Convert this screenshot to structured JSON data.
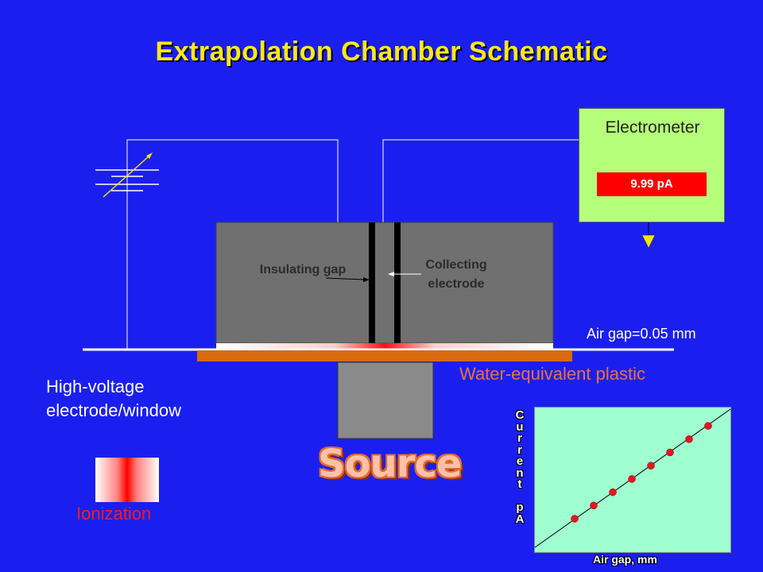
{
  "title": "Extrapolation Chamber Schematic",
  "electrometer": {
    "title": "Electrometer",
    "reading": "9.99 pA"
  },
  "labels": {
    "insulating_gap": "Insulating gap",
    "collecting_electrode": "Collecting electrode",
    "air_gap": "Air gap=0.05 mm",
    "plastic": "Water-equivalent plastic",
    "high_voltage_line1": "High-voltage",
    "high_voltage_line2": "electrode/window",
    "ionization": "Ionization",
    "source": "Source"
  },
  "chart_data": {
    "type": "scatter",
    "xlabel": "Air gap, mm",
    "ylabel": "Current pA",
    "trend": "linear increasing",
    "points_count": 8
  },
  "colors": {
    "background": "#1a1ff0",
    "title": "#ffe81a",
    "electrometer": "#b6ff7a",
    "display": "#ff0000",
    "chamber": "#707070",
    "plastic": "#d86a10",
    "plot_bg": "#a0ffd0",
    "points": "#e8141e"
  }
}
